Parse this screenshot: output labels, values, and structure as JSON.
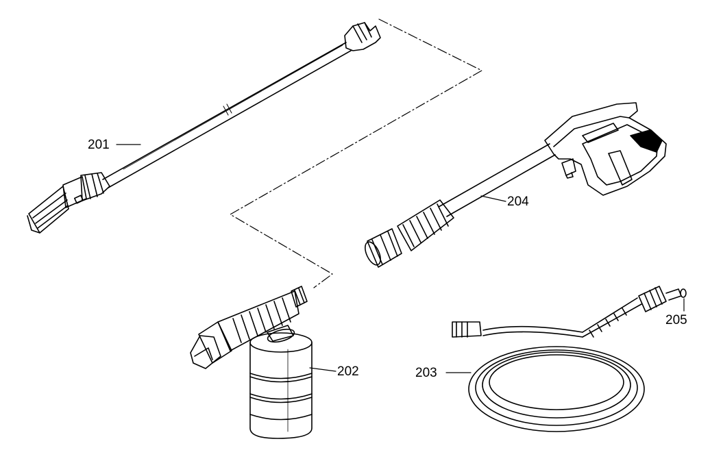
{
  "diagram": {
    "parts": [
      {
        "id": "201",
        "label": "201",
        "name": "spray-wand"
      },
      {
        "id": "202",
        "label": "202",
        "name": "foam-cannon"
      },
      {
        "id": "203",
        "label": "203",
        "name": "high-pressure-hose"
      },
      {
        "id": "204",
        "label": "204",
        "name": "spray-gun"
      },
      {
        "id": "205",
        "label": "205",
        "name": "o-ring"
      }
    ]
  }
}
